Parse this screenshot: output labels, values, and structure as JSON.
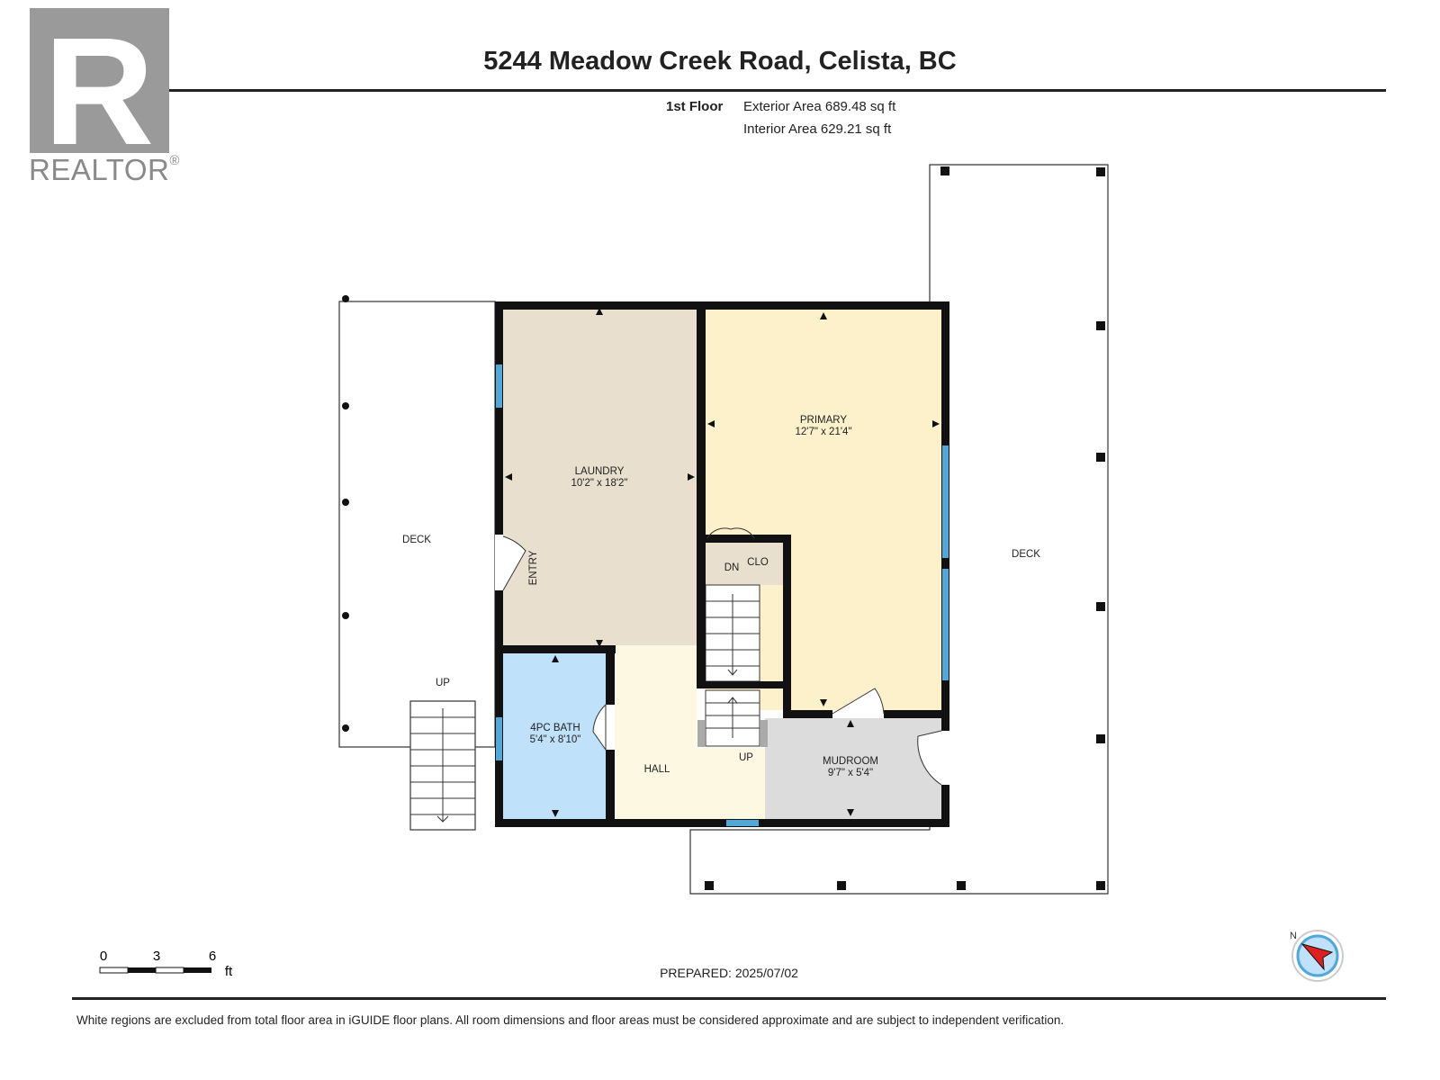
{
  "header": {
    "title": "5244 Meadow Creek Road, Celista, BC",
    "floor_name": "1st Floor",
    "exterior_area": "Exterior Area 689.48 sq ft",
    "interior_area": "Interior Area 629.21 sq ft"
  },
  "logo": {
    "text": "REALTOR",
    "registered": "®",
    "letter": "R"
  },
  "rooms": {
    "laundry": {
      "name": "LAUNDRY",
      "dims": "10'2\" x 18'2\""
    },
    "primary": {
      "name": "PRIMARY",
      "dims": "12'7\" x 21'4\""
    },
    "bath": {
      "name": "4PC BATH",
      "dims": "5'4\" x 8'10\""
    },
    "mudroom": {
      "name": "MUDROOM",
      "dims": "9'7\" x 5'4\""
    },
    "hall": {
      "name": "HALL"
    },
    "clo": {
      "name": "CLO"
    },
    "deck_left": {
      "name": "DECK"
    },
    "deck_right": {
      "name": "DECK"
    },
    "entry": {
      "name": "ENTRY"
    },
    "stair_dn": {
      "name": "DN"
    },
    "stair_up_inside": {
      "name": "UP"
    },
    "stair_up_outside": {
      "name": "UP"
    }
  },
  "colors": {
    "laundry": "#e8dfcf",
    "primary": "#fdf1cb",
    "bath": "#bfe1fa",
    "hall": "#fcf8e2",
    "mudroom": "#dcdcdc",
    "clo": "#e8dfcf",
    "wall": "#111111",
    "window": "#4fa8d8",
    "compass_arrow": "#e02020",
    "compass_ring": "#4fa8d8"
  },
  "scale_bar": {
    "labels": [
      "0",
      "3",
      "6"
    ],
    "unit": "ft"
  },
  "compass": {
    "label": "N"
  },
  "footer": {
    "prepared": "PREPARED: 2025/07/02",
    "disclaimer": "White regions are excluded from total floor area in iGUIDE floor plans. All room dimensions and floor areas must be considered approximate and are subject to independent verification."
  }
}
